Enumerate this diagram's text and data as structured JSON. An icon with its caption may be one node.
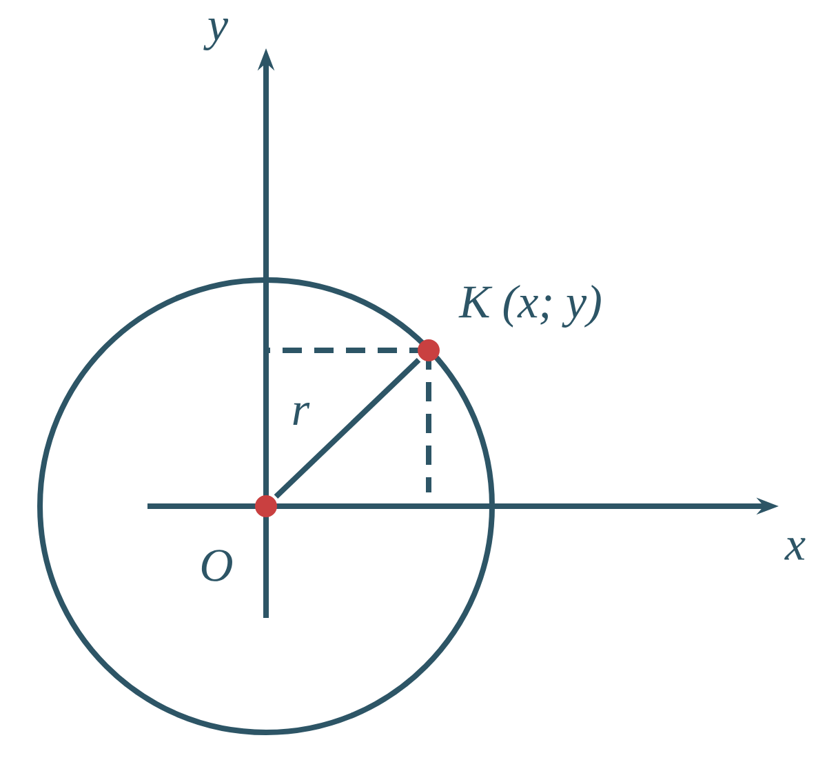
{
  "diagram": {
    "nodes": [
      {
        "text": [],
        "shape": "circle",
        "beside": [
          "O"
        ]
      },
      {
        "text": [],
        "shape": "circle",
        "beside": [
          "K (x; y)"
        ]
      }
    ],
    "edges": [
      {
        "from": 0,
        "to": 1,
        "arrow": "none",
        "label": "r"
      }
    ],
    "labels": [
      "y",
      "x"
    ]
  }
}
